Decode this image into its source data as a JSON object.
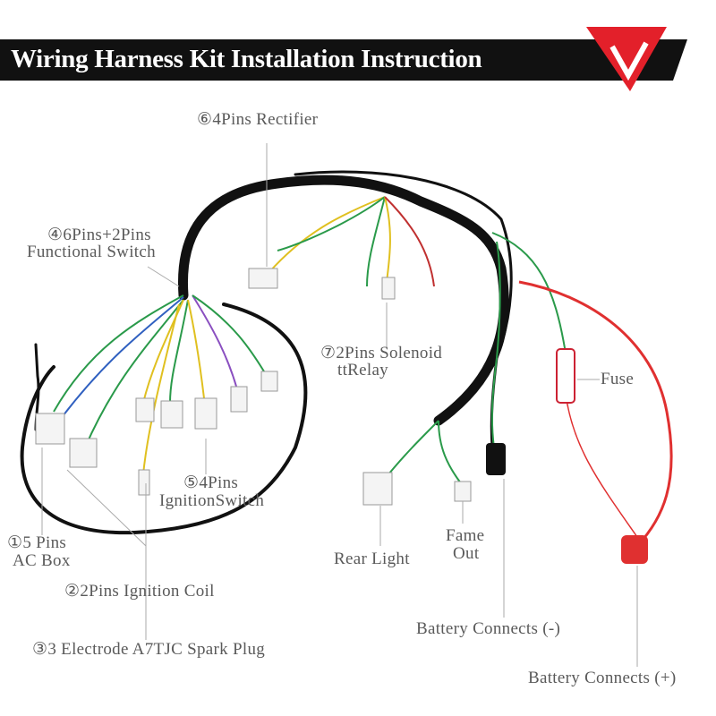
{
  "header": {
    "title": "Wiring Harness Kit Installation Instruction",
    "logo_letter": "V"
  },
  "labels": {
    "rectifier": "⑥4Pins Rectifier",
    "functional_switch_1": "④6Pins+2Pins",
    "functional_switch_2": "Functional Switch",
    "solenoid_1": "⑦2Pins Solenoid",
    "solenoid_2": "ttRelay",
    "fuse": "Fuse",
    "ignition_switch_1": "⑤4Pins",
    "ignition_switch_2": "IgnitionSwitch",
    "ac_box_1": "①5 Pins",
    "ac_box_2": "AC Box",
    "ignition_coil": "②2Pins Ignition Coil",
    "spark_plug": "③3 Electrode A7TJC Spark Plug",
    "rear_light": "Rear Light",
    "fame_out_1": "Fame",
    "fame_out_2": "Out",
    "battery_neg": "Battery  Connects (-)",
    "battery_pos": "Battery  Connects (+)"
  },
  "colors": {
    "banner": "#111111",
    "accent": "#e3202a",
    "label": "#5a5a5a",
    "red_wire": "#e03030"
  }
}
